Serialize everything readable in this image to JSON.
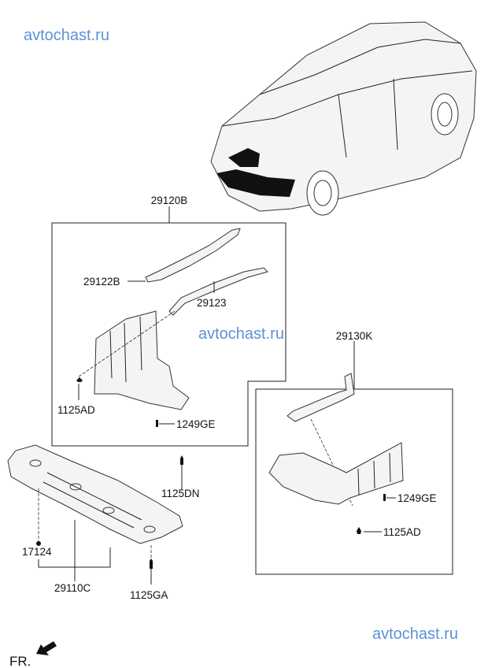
{
  "watermarks": [
    "avtochast.ru",
    "avtochast.ru",
    "avtochast.ru"
  ],
  "direction_label": "FR.",
  "groups": {
    "group_a": {
      "label": "29120B"
    },
    "group_b": {
      "label": "29130K"
    }
  },
  "callouts": {
    "p29122B": "29122B",
    "p29123": "29123",
    "p1125AD_left": "1125AD",
    "p1249GE_left": "1249GE",
    "p1249GE_right": "1249GE",
    "p1125AD_right": "1125AD",
    "p1125DN": "1125DN",
    "p17124": "17124",
    "p29110C": "29110C",
    "p1125GA": "1125GA"
  },
  "colors": {
    "watermark": "#4a86d4",
    "line": "#222222"
  }
}
